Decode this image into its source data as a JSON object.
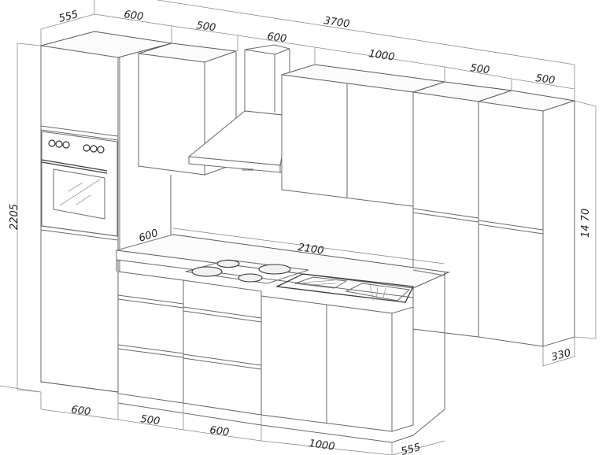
{
  "drawing": {
    "type": "kitchen-elevation-isometric",
    "line_color": "#6a6a6a",
    "background": "#ffffff"
  },
  "dimensions": {
    "upper_depth_left": "555",
    "upper_tall_width": "600",
    "upper_wall_500": "500",
    "hood_width": "600",
    "upper_1000": "1000",
    "upper_500_a": "500",
    "upper_500_b": "500",
    "overall_width": "3700",
    "overall_height": "2205",
    "worktop_depth": "600",
    "worktop_length": "2100",
    "right_tall_height": "14 70",
    "right_tall_depth": "330",
    "base_600_tall": "600",
    "base_500": "500",
    "base_600": "600",
    "base_1000": "1000",
    "base_depth": "555"
  },
  "components": [
    {
      "name": "tall-oven-cabinet",
      "width": "600"
    },
    {
      "name": "wall-cabinet",
      "width": "500"
    },
    {
      "name": "chimney-hood",
      "width": "600"
    },
    {
      "name": "wall-cabinet-double",
      "width": "1000"
    },
    {
      "name": "tall-cabinet",
      "width": "500"
    },
    {
      "name": "tall-cabinet",
      "width": "500"
    },
    {
      "name": "drawer-base-cabinet",
      "width": "500"
    },
    {
      "name": "drawer-base-cabinet",
      "width": "600"
    },
    {
      "name": "sink-base-cabinet",
      "width": "1000"
    }
  ]
}
